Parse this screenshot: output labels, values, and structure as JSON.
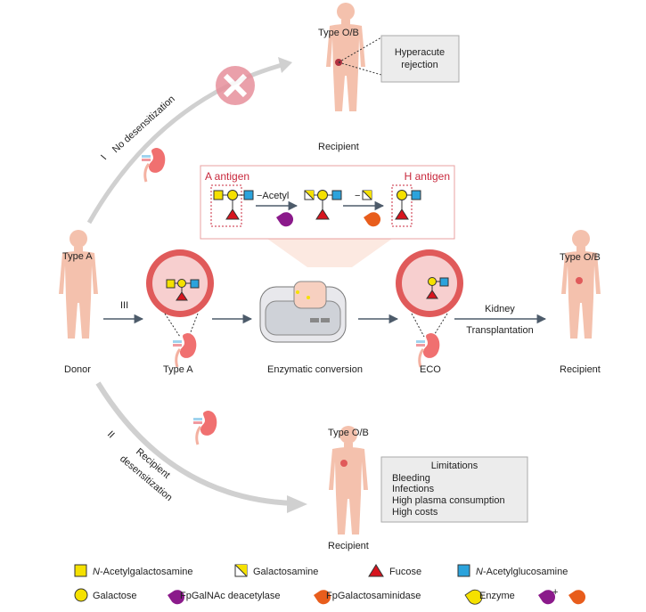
{
  "colors": {
    "skin": "#f4c1ad",
    "arrow_gray": "#cfcfcf",
    "flow_arrow": "#4d5b6a",
    "accent_red": "#c8283c",
    "galnac_yellow": "#f5e100",
    "glcnac_blue": "#2ba3dc",
    "fucose_red": "#d7141e",
    "deacetylase_purple": "#8b1a8b",
    "galactosaminidase_orange": "#e85d1c",
    "enzyme_yellow": "#f5e100",
    "vessel_red": "#e05a5a",
    "vessel_inner": "#f7cfcf",
    "box_fill": "#ececec",
    "cross_pink": "#e7909c"
  },
  "paths": {
    "path1": {
      "numeral": "I",
      "label": "No desensitization"
    },
    "path2": {
      "numeral": "II",
      "label_line1": "Recipient",
      "label_line2": "desensitization"
    },
    "path3": {
      "numeral": "III"
    }
  },
  "donor": {
    "blood_type": "Type A",
    "caption": "Donor"
  },
  "recipient_top": {
    "blood_type": "Type O/B",
    "caption": "Recipient",
    "callout": [
      "Hyperacute",
      "rejection"
    ]
  },
  "recipient_right": {
    "blood_type": "Type O/B",
    "caption": "Recipient"
  },
  "recipient_bottom": {
    "blood_type": "Type O/B",
    "caption": "Recipient"
  },
  "limitations": {
    "title": "Limitations",
    "items": [
      "Bleeding",
      "Infections",
      "High plasma consumption",
      "High costs"
    ]
  },
  "reaction": {
    "left_label": "A antigen",
    "right_label": "H antigen",
    "step1": "−Acetyl",
    "step2": "−"
  },
  "stages": {
    "kidney_type_a": "Type A",
    "device": "Enzymatic conversion",
    "eco": "ECO",
    "transplant_line1": "Kidney",
    "transplant_line2": "Transplantation"
  },
  "legend": [
    {
      "icon": "yellow-square-icon",
      "label_italic": "N",
      "label": "-Acetylgalactosamine"
    },
    {
      "icon": "half-yellow-square-icon",
      "label_italic": "",
      "label": "Galactosamine"
    },
    {
      "icon": "red-triangle-icon",
      "label_italic": "",
      "label": "Fucose"
    },
    {
      "icon": "blue-square-icon",
      "label_italic": "N",
      "label": "-Acetylglucosamine"
    },
    {
      "icon": "yellow-circle-icon",
      "label_italic": "",
      "label": "Galactose"
    },
    {
      "icon": "purple-enzyme-icon",
      "label_italic": "",
      "label": "FpGalNAc deacetylase"
    },
    {
      "icon": "orange-enzyme-icon",
      "label_italic": "",
      "label": "FpGalactosaminidase"
    },
    {
      "icon": "yellow-enzyme-icon",
      "label_italic": "",
      "label": "Enzyme"
    },
    {
      "icon": "enzyme-combination-icon",
      "label_italic": "",
      "label": "+"
    }
  ]
}
